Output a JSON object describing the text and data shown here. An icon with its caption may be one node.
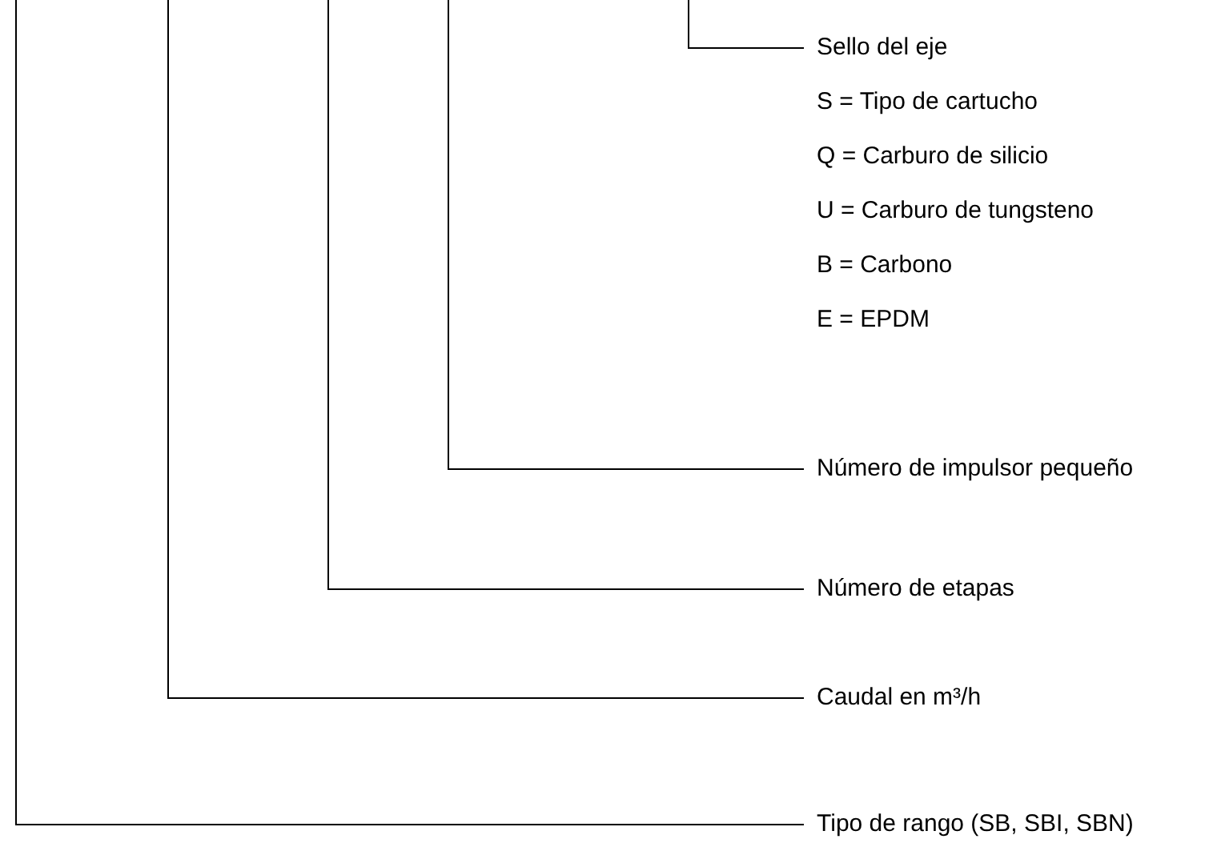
{
  "diagram": {
    "nodes": [
      {
        "text": [
          "Sello del eje"
        ]
      },
      {
        "text": [
          "Número de impulsor pequeño"
        ]
      },
      {
        "text": [
          "Número de etapas"
        ]
      },
      {
        "text": [
          "Caudal en m³/h"
        ]
      },
      {
        "text": [
          "Tipo de rango (SB, SBI, SBN)"
        ]
      }
    ],
    "edges": [
      {
        "from": null,
        "to": 0,
        "arrow": "none"
      },
      {
        "from": null,
        "to": 1,
        "arrow": "none"
      },
      {
        "from": null,
        "to": 2,
        "arrow": "none"
      },
      {
        "from": null,
        "to": 3,
        "arrow": "none"
      },
      {
        "from": null,
        "to": 4,
        "arrow": "none"
      }
    ],
    "labels": [
      "S = Tipo de cartucho",
      "Q = Carburo de silicio",
      "U = Carburo de tungsteno",
      "B = Carbono",
      "E = EPDM"
    ]
  }
}
